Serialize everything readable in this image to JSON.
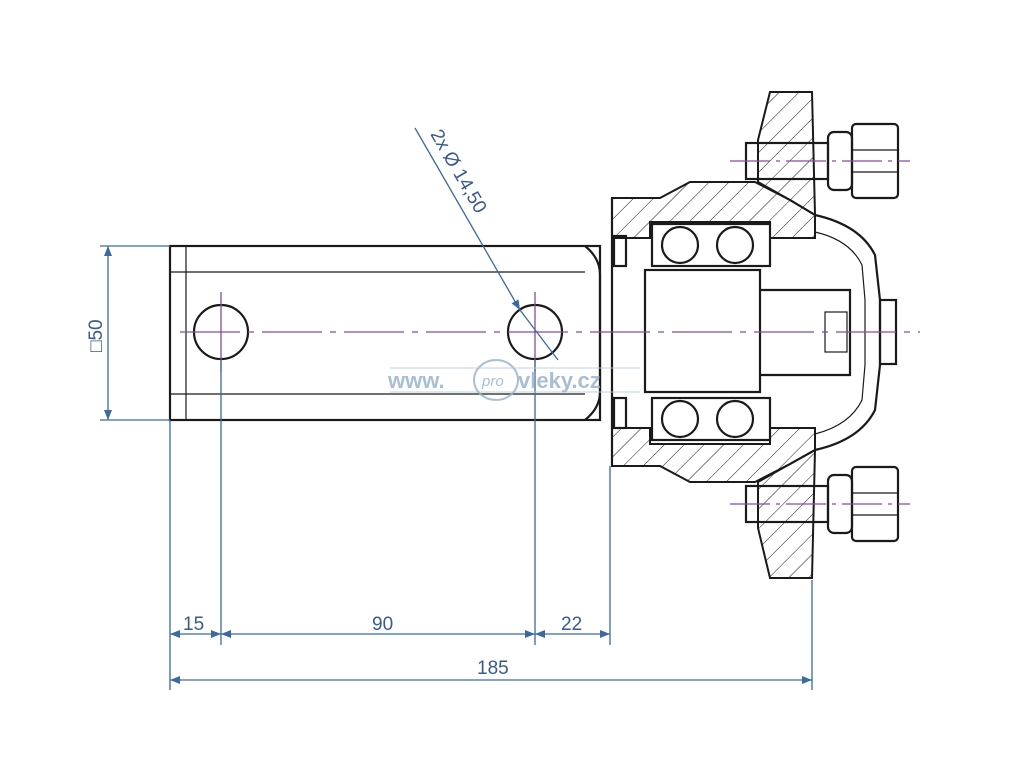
{
  "dimensions": {
    "d15": "15",
    "d90": "90",
    "d22": "22",
    "d185": "185",
    "square": "□50",
    "hole_note": "2x  Ø 14,50"
  },
  "watermark": {
    "www": "www.",
    "pro": "pro",
    "domain": "vleky.cz"
  },
  "colors": {
    "outline": "#1a1a1a",
    "dimension": "#3a6aa0",
    "centerline": "#8a4a9a",
    "watermark": "#9ab4cc"
  }
}
